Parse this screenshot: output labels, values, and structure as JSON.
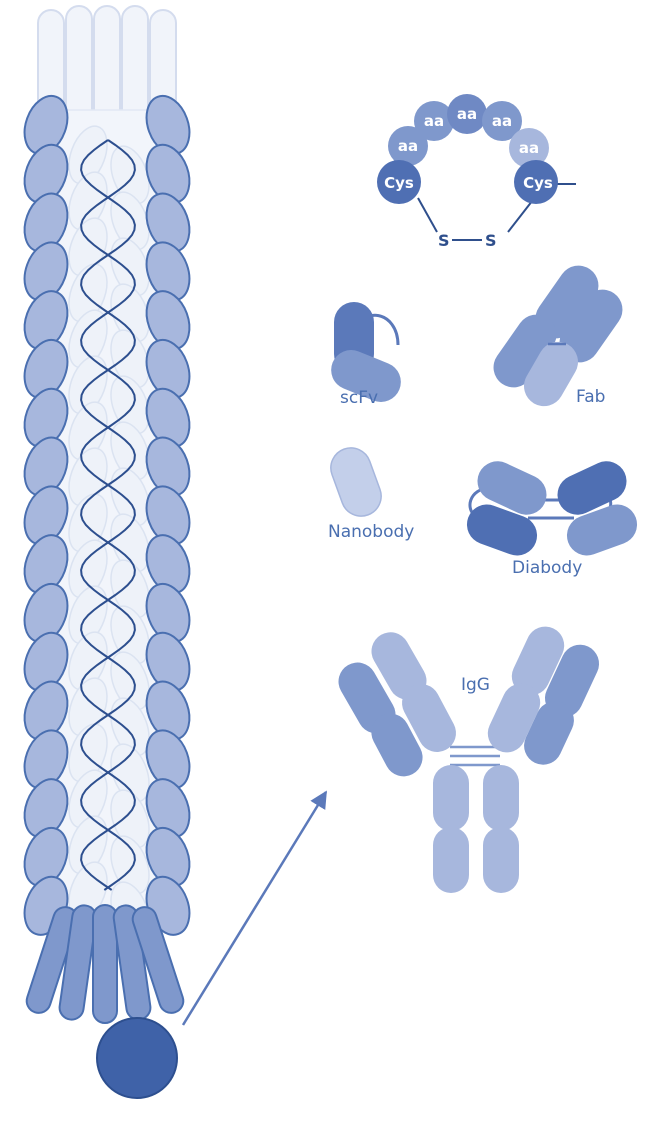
{
  "peptide": {
    "residues": [
      "aa",
      "aa",
      "aa",
      "aa",
      "aa"
    ],
    "left_cys": "Cys",
    "right_cys": "Cys",
    "sulfur_left": "S",
    "sulfur_right": "S"
  },
  "formats": {
    "scfv": "scFv",
    "fab": "Fab",
    "nanobody": "Nanobody",
    "diabody": "Diabody",
    "igg": "IgG"
  },
  "colors": {
    "dark": "#5b79ba",
    "mid": "#7f98cc",
    "light": "#a7b7dd",
    "pale": "#c3cfea",
    "ghost": "#e7ecf6",
    "tip": "#3f62a8",
    "line": "#4a6fb0",
    "strand": "#2d4f8f"
  }
}
